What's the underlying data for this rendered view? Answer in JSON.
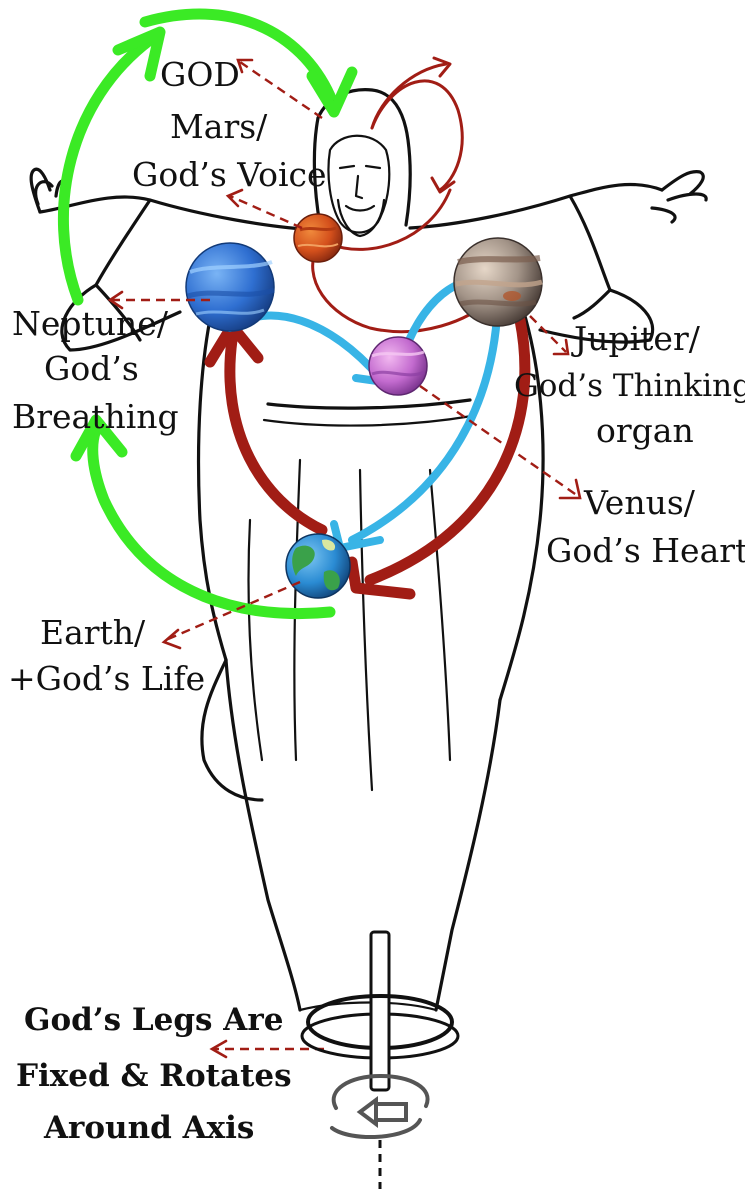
{
  "labels": {
    "god": "GOD",
    "mars_line1": "Mars/",
    "mars_line2": "God’s Voice",
    "neptune_line1": "Neptune/",
    "neptune_line2": "God’s",
    "neptune_line3": "Breathing",
    "jupiter_line1": "Jupiter/",
    "jupiter_line2": "God’s Thinking",
    "jupiter_line3": "organ",
    "venus_line1": "Venus/",
    "venus_line2": "God’s Heart",
    "earth_line1": "Earth/",
    "earth_line2": "+God’s Life",
    "legs_line1": "God’s  Legs Are",
    "legs_line2": "Fixed & Rotates",
    "legs_line3": "Around Axis"
  },
  "colors": {
    "green_arrows": "#3bea25",
    "blue_arrows": "#38b4e6",
    "red_arrows": "#a11d15",
    "pointer_dashes": "#a11d15",
    "outline": "#111111",
    "mars": "#d9531e",
    "neptune": "#2f6fd1",
    "jupiter": "#9a8b82",
    "venus": "#c86fd0",
    "earth": "#2a8bd3"
  },
  "icons": {
    "figure": "robed-figure-outline",
    "axis": "rotation-axis-icon",
    "rotation": "circular-arrow-icon"
  }
}
